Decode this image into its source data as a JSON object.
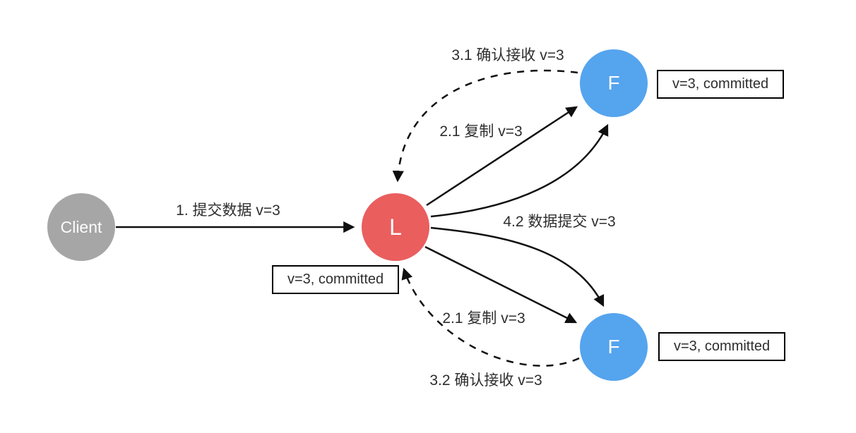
{
  "diagram_title": "leader-follower replication flow",
  "colors": {
    "client_node": "#a6a6a6",
    "leader_node": "#ea5e5e",
    "follower_node": "#55a4ee",
    "edge_stroke": "#0f0f0f",
    "label_text": "#2e2e2e",
    "box_border": "#000000",
    "background": "#ffffff"
  },
  "nodes": {
    "client": {
      "label": "Client",
      "color": "#a6a6a6"
    },
    "leader": {
      "label": "L",
      "color": "#ea5e5e"
    },
    "follower_top": {
      "label": "F",
      "color": "#55a4ee"
    },
    "follower_bottom": {
      "label": "F",
      "color": "#55a4ee"
    }
  },
  "edges": {
    "submit": {
      "label": "1. 提交数据 v=3",
      "style": "solid",
      "from": "client",
      "to": "leader"
    },
    "replicate_top": {
      "label": "2.1 复制 v=3",
      "style": "solid",
      "from": "leader",
      "to": "follower_top"
    },
    "ack_top": {
      "label": "3.1 确认接收 v=3",
      "style": "dashed",
      "from": "follower_top",
      "to": "leader"
    },
    "commit": {
      "label": "4.2 数据提交 v=3",
      "style": "solid",
      "from": "leader",
      "to": "follower_top_and_bottom"
    },
    "replicate_bottom": {
      "label": "2.1 复制 v=3",
      "style": "solid",
      "from": "leader",
      "to": "follower_bottom"
    },
    "ack_bottom": {
      "label": "3.2 确认接收 v=3",
      "style": "dashed",
      "from": "follower_bottom",
      "to": "leader"
    }
  },
  "status_boxes": {
    "follower_top": {
      "text": "v=3, committed"
    },
    "leader": {
      "text": "v=3, committed"
    },
    "follower_bottom": {
      "text": "v=3, committed"
    }
  }
}
